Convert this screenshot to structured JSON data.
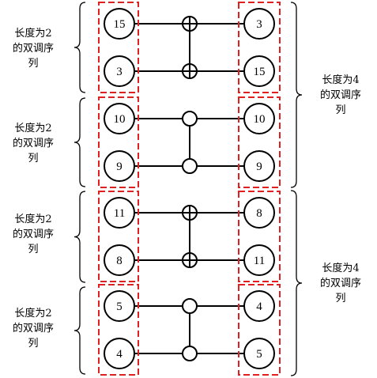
{
  "left_group_label": [
    "长度为2",
    "的双调序",
    "列"
  ],
  "right_group_label": [
    "长度为4",
    "的双调序",
    "列"
  ],
  "comparators": [
    {
      "inputs": [
        "15",
        "3"
      ],
      "outputs": [
        "3",
        "15"
      ],
      "style": "ascending-plus"
    },
    {
      "inputs": [
        "10",
        "9"
      ],
      "outputs": [
        "10",
        "9"
      ],
      "style": "descending-circle"
    },
    {
      "inputs": [
        "11",
        "8"
      ],
      "outputs": [
        "8",
        "11"
      ],
      "style": "ascending-plus"
    },
    {
      "inputs": [
        "5",
        "4"
      ],
      "outputs": [
        "4",
        "5"
      ],
      "style": "descending-circle"
    }
  ],
  "colors": {
    "line": "#000000",
    "dashed_box": "#e02020"
  }
}
